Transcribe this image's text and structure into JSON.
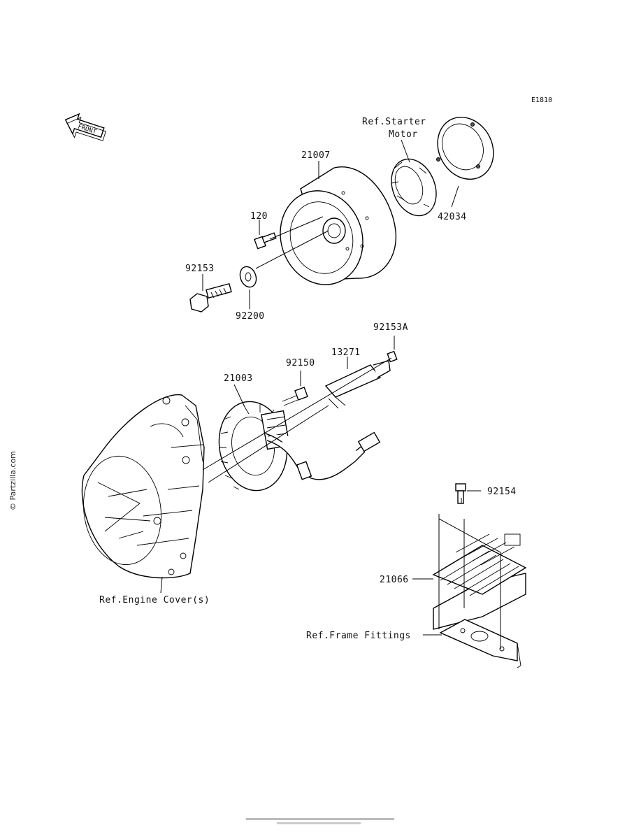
{
  "diagram_code": "E1810",
  "front_label": "FRONT",
  "watermark": "© Partzilla.com",
  "labels": {
    "p21007": "21007",
    "p120": "120",
    "p92153": "92153",
    "p92200": "92200",
    "p42034": "42034",
    "ref_starter_line1": "Ref.Starter",
    "ref_starter_line2": "Motor",
    "p92153A": "92153A",
    "p13271": "13271",
    "p92150": "92150",
    "p21003": "21003",
    "p92154": "92154",
    "p21066": "21066",
    "ref_engine_cover": "Ref.Engine Cover(s)",
    "ref_frame_fittings": "Ref.Frame Fittings"
  }
}
